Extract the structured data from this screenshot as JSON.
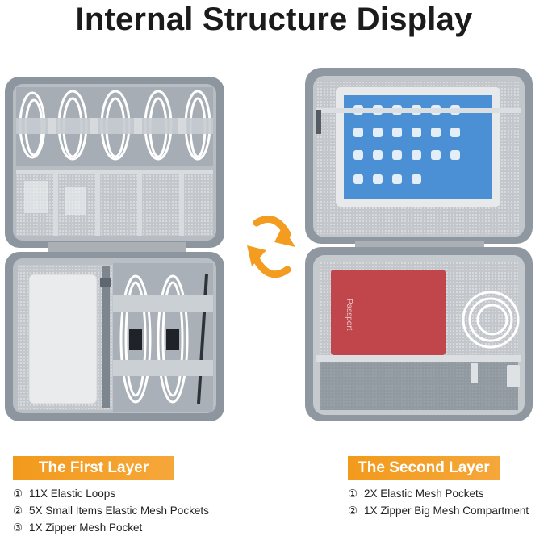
{
  "title": "Internal Structure Display",
  "screen_icons_hint": "app-icon-grid",
  "phone_text": "Passport",
  "left": {
    "label": "The First Layer",
    "features": [
      {
        "num": "①",
        "text": "11X Elastic Loops"
      },
      {
        "num": "②",
        "text": "5X Small Items Elastic Mesh Pockets"
      },
      {
        "num": "③",
        "text": "1X Zipper Mesh Pocket"
      }
    ]
  },
  "right": {
    "label": "The Second Layer",
    "features": [
      {
        "num": "①",
        "text": "2X Elastic Mesh Pockets"
      },
      {
        "num": "②",
        "text": "1X Zipper Big Mesh Compartment"
      }
    ]
  },
  "colors": {
    "accent": "#f39c1f",
    "bag": "#9aa3ad",
    "bag_dark": "#6f7883",
    "mesh": "#c8ccd0"
  }
}
